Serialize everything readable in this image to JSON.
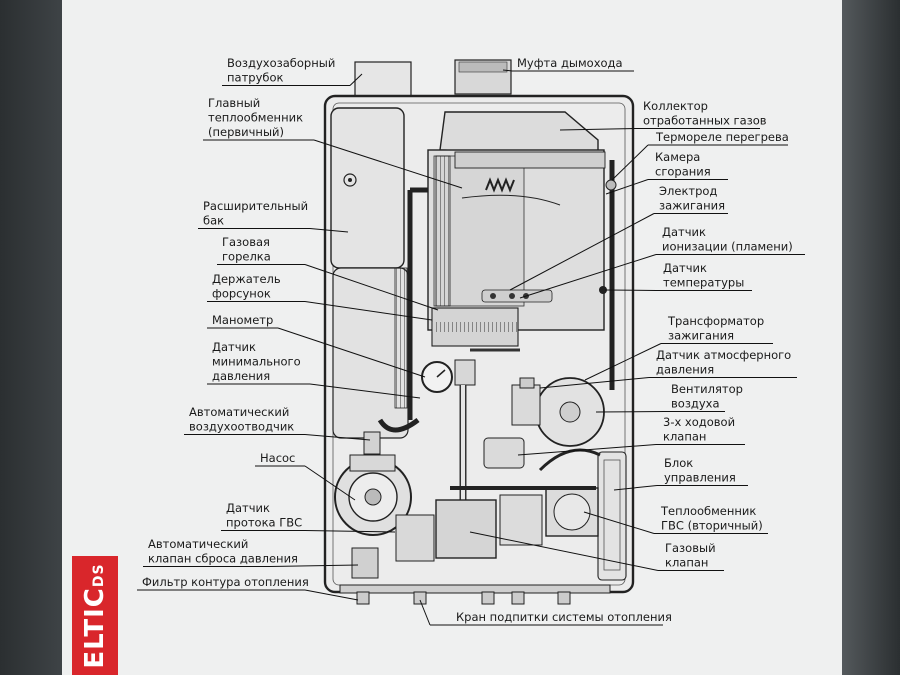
{
  "brand": {
    "logo_text": "ELTIC",
    "logo_suffix": "DS",
    "color": "#d9262b"
  },
  "colors": {
    "paper": "#eff0f0",
    "ink": "#1a1a1a",
    "body_fill": "#e8e8e8"
  },
  "labels": {
    "air_intake": [
      "Воздухозаборный",
      "патрубок"
    ],
    "flue_coupling": [
      "Муфта дымохода"
    ],
    "main_heat_exchanger": [
      "Главный",
      "теплообменник",
      "(первичный)"
    ],
    "expansion_tank": [
      "Расширительный",
      "бак"
    ],
    "gas_burner": [
      "Газовая",
      "горелка"
    ],
    "nozzle_holder": [
      "Держатель",
      "форсунок"
    ],
    "manometer": [
      "Манометр"
    ],
    "min_pressure_sensor": [
      "Датчик",
      "минимального",
      "давления"
    ],
    "auto_air_vent": [
      "Автоматический",
      "воздухоотводчик"
    ],
    "pump": [
      "Насос"
    ],
    "dhw_flow_sensor": [
      "Датчик",
      "протока ГВС"
    ],
    "pressure_relief_valve": [
      "Автоматический",
      "клапан сброса давления"
    ],
    "heating_filter": [
      "Фильтр контура отопления"
    ],
    "exhaust_collector": [
      "Коллектор",
      "отработанных газов"
    ],
    "overheat_thermostat": [
      "Термореле перегрева"
    ],
    "combustion_chamber": [
      "Камера",
      "сгорания"
    ],
    "ignition_electrode": [
      "Электрод",
      "зажигания"
    ],
    "ionization_sensor": [
      "Датчик",
      "ионизации (пламени)"
    ],
    "temperature_sensor": [
      "Датчик",
      "температуры"
    ],
    "ignition_transformer": [
      "Трансформатор",
      "зажигания"
    ],
    "air_pressure_switch": [
      "Датчик атмосферного",
      "давления"
    ],
    "fan": [
      "Вентилятор",
      "воздуха"
    ],
    "three_way_valve": [
      "3-х ходовой",
      "клапан"
    ],
    "control_unit": [
      "Блок",
      "управления"
    ],
    "dhw_heat_exchanger": [
      "Теплообменник",
      "ГВС (вторичный)"
    ],
    "gas_valve": [
      "Газовый",
      "клапан"
    ],
    "makeup_tap": [
      "Кран подпитки системы отопления"
    ]
  }
}
